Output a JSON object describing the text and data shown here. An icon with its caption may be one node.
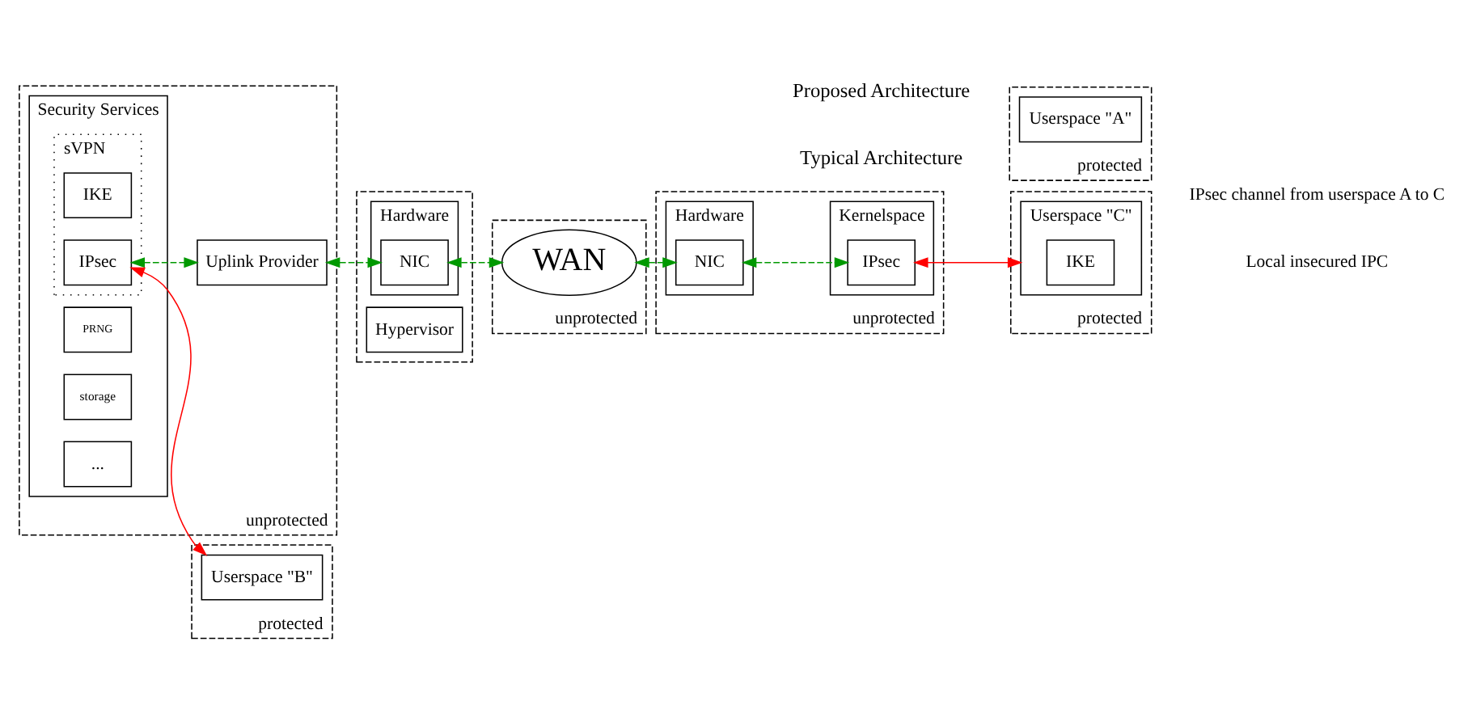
{
  "diagram": {
    "nodes": [
      {
        "text": [],
        "shape": "box"
      },
      {
        "text": [
          "Hardware"
        ],
        "in": 0
      },
      {
        "text": [
          "NIC"
        ],
        "in": 1
      },
      {
        "text": [
          "Hypervisor"
        ],
        "in": 0
      },
      {
        "text": [
          "unprotected"
        ]
      },
      {
        "text": [
          "Security Services"
        ],
        "in": 4
      },
      {
        "text": [
          "PRNG"
        ],
        "in": 5
      },
      {
        "text": [
          "storage"
        ],
        "in": 5
      },
      {
        "text": [
          "..."
        ],
        "in": 5
      },
      {
        "text": [
          "sVPN"
        ],
        "in": 5
      },
      {
        "text": [
          "IKE"
        ],
        "in": 9
      },
      {
        "text": [
          "IPsec"
        ],
        "in": 9
      },
      {
        "text": [
          "protected"
        ]
      },
      {
        "text": [
          "Userspace \"A\""
        ],
        "in": 12
      },
      {
        "text": [
          "protected"
        ]
      },
      {
        "text": [
          "Userspace \"B\""
        ],
        "in": 14
      },
      {
        "text": [
          "Uplink Provider"
        ],
        "in": 4
      },
      {
        "text": [
          "unprotected"
        ]
      },
      {
        "text": [
          "WAN"
        ],
        "in": 17
      },
      {
        "text": [
          "unprotected"
        ]
      },
      {
        "text": [
          "Hardware"
        ],
        "in": 19
      },
      {
        "text": [
          "NIC"
        ],
        "in": 20
      },
      {
        "text": [
          "Kernelspace"
        ],
        "in": 19
      },
      {
        "text": [
          "IPsec"
        ],
        "in": 22
      },
      {
        "text": [
          "protected"
        ]
      },
      {
        "text": [
          "Userspace \"C\""
        ],
        "in": 24
      },
      {
        "text": [
          "IKE"
        ],
        "in": 25
      }
    ],
    "edges": [
      {
        "from": 2,
        "to": 18,
        "arrow": "both",
        "style": "dashed",
        "color": "#009900"
      },
      {
        "from": 18,
        "to": 21,
        "arrow": "both",
        "style": "dashed",
        "color": "#009900"
      },
      {
        "from": 16,
        "to": 2,
        "arrow": "both",
        "style": "dashed",
        "color": "#009900"
      },
      {
        "from": 11,
        "to": 16,
        "arrow": "both",
        "style": "dashed",
        "color": "#009900"
      },
      {
        "from": 21,
        "to": 23,
        "arrow": "both",
        "style": "dashed",
        "color": "#009900"
      },
      {
        "from": 11,
        "to": 15,
        "arrow": "both",
        "color": "#ff0000"
      },
      {
        "from": 23,
        "to": 25,
        "arrow": "both",
        "color": "#ff0000"
      }
    ],
    "labels": [
      "Proposed Architecture",
      "Typical Architecture"
    ],
    "legend": [
      {
        "text": "IPsec channel from userspace A to C"
      },
      {
        "text": "Local insecured IPC"
      }
    ]
  }
}
